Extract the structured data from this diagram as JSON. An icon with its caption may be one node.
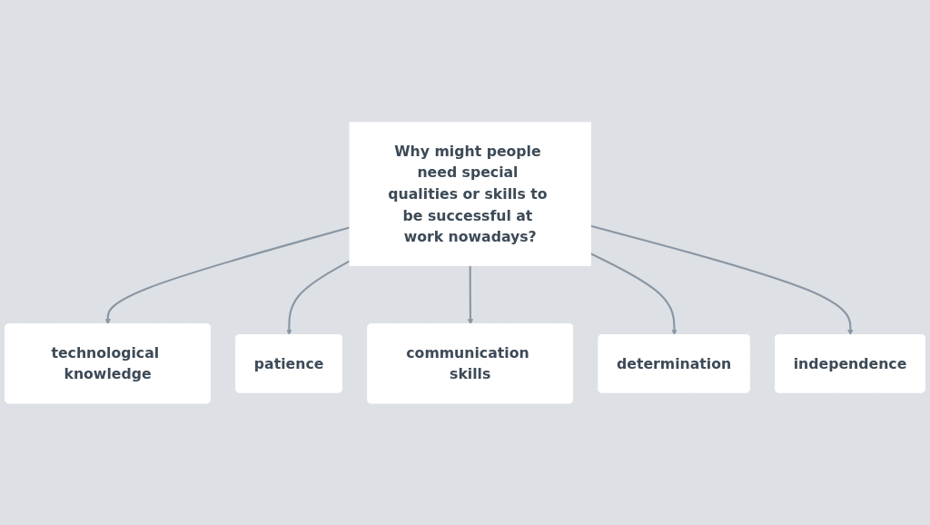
{
  "diagram": {
    "nodes": [
      {
        "text": [
          "technological knowledge"
        ]
      },
      {
        "text": [
          "Why might people need special qualities or skills to be successful at work nowadays?"
        ]
      },
      {
        "text": [
          "patience"
        ]
      },
      {
        "text": [
          "communication skills"
        ]
      },
      {
        "text": [
          "independence"
        ]
      },
      {
        "text": [
          "determination"
        ]
      }
    ],
    "edges": [
      {
        "from": 1,
        "to": 0,
        "arrow": "to"
      },
      {
        "from": 1,
        "to": 2,
        "arrow": "to"
      },
      {
        "from": 1,
        "to": 3,
        "arrow": "to"
      },
      {
        "from": 1,
        "to": 5,
        "arrow": "to"
      },
      {
        "from": 1,
        "to": 4,
        "arrow": "to"
      }
    ]
  }
}
